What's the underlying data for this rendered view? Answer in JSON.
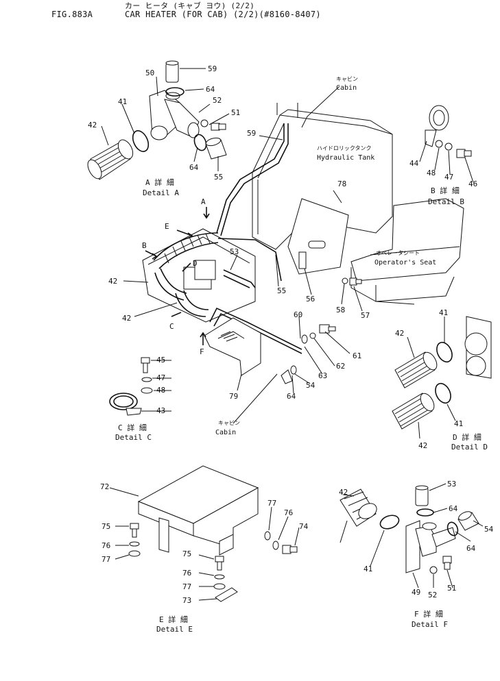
{
  "header": {
    "fig": "FIG.883A",
    "title_jp": "カー ヒータ (キャブ ヨウ) (2/2)",
    "title": "CAR HEATER (FOR CAB) (2/2)(#8160-8407)"
  },
  "labels": {
    "hydraulic_tank_jp": "ハイドロリックタンク",
    "hydraulic_tank": "Hydraulic Tank",
    "operator_seat_jp": "オペレータシート",
    "operator_seat": "Operator's Seat",
    "cabin_jp_top": "キャビン",
    "cabin_top": "Cabin",
    "cabin_jp_bottom": "キャビン",
    "cabin_bottom": "Cabin"
  },
  "details": {
    "a_jp": "A 詳 細",
    "a": "Detail A",
    "b_jp": "B 詳 細",
    "b": "Detail B",
    "c_jp": "C 詳 細",
    "c": "Detail C",
    "d_jp": "D 詳 細",
    "d": "Detail D",
    "e_jp": "E 詳 細",
    "e": "Detail E",
    "f_jp": "F 詳 細",
    "f": "Detail F"
  },
  "view_arrows": {
    "a": "A",
    "b": "B",
    "c": "C",
    "d": "D",
    "e": "E",
    "f": "F"
  },
  "parts": {
    "p59a": "59",
    "p50": "50",
    "p64a": "64",
    "p41a": "41",
    "p52a": "52",
    "p51a": "51",
    "p42a": "42",
    "p64b": "64",
    "p55a": "55",
    "p59b": "59",
    "p44": "44",
    "p48a": "48",
    "p47a": "47",
    "p46": "46",
    "p78": "78",
    "p53a": "53",
    "p42b": "42",
    "p42c": "42",
    "p55b": "55",
    "p56": "56",
    "p58": "58",
    "p57": "57",
    "p60": "60",
    "p61": "61",
    "p62": "62",
    "p63": "63",
    "p54a": "54",
    "p64c": "64",
    "p79": "79",
    "p45": "45",
    "p47b": "47",
    "p48b": "48",
    "p43": "43",
    "p41d1": "41",
    "p42d1": "42",
    "p42d2": "42",
    "p41d2": "41",
    "p72": "72",
    "p75a": "75",
    "p76a": "76",
    "p77a": "77",
    "p77b": "77",
    "p76b": "76",
    "p74": "74",
    "p75b": "75",
    "p76c": "76",
    "p77c": "77",
    "p73": "73",
    "p53b": "53",
    "p64d": "64",
    "p54b": "54",
    "p42f": "42",
    "p64e": "64",
    "p41f": "41",
    "p49": "49",
    "p52b": "52",
    "p51b": "51"
  },
  "colors": {
    "ink": "#111111",
    "paper": "#ffffff"
  }
}
